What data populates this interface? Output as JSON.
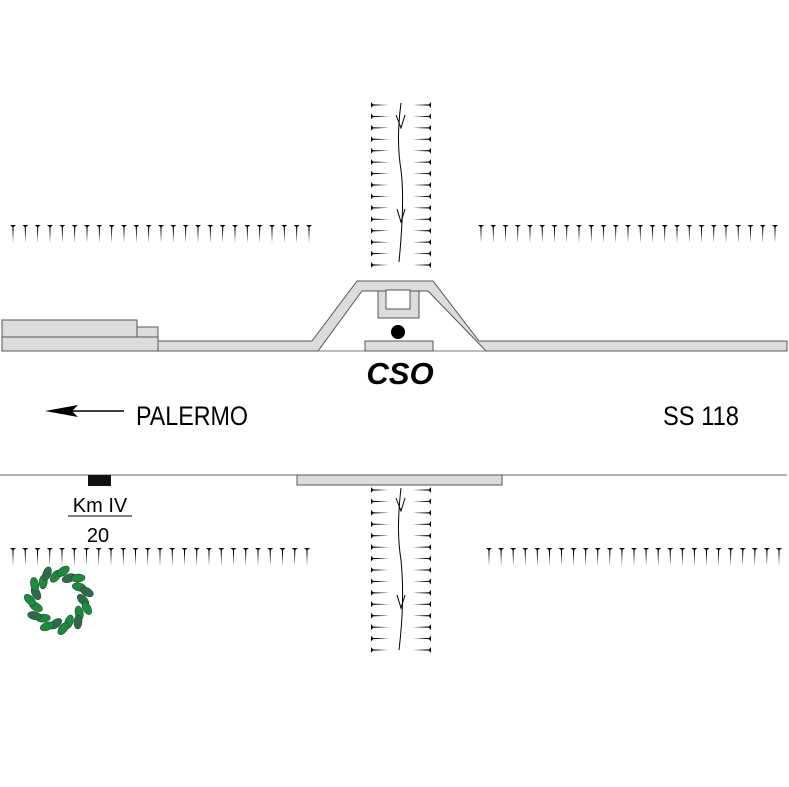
{
  "labels": {
    "station": "CSO",
    "direction": "PALERMO",
    "road": "SS 118",
    "km_label": "Km IV",
    "km_value": "20"
  },
  "colors": {
    "road_fill": "#dcdcdc",
    "outline": "#555555",
    "tree": "#1e8a3c",
    "ink": "#000000"
  }
}
